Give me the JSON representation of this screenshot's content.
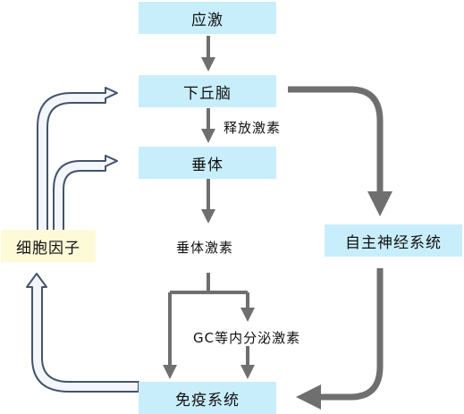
{
  "nodes": {
    "stress": "应激",
    "hypothalamus": "下丘脑",
    "pituitary": "垂体",
    "autonomic": "自主神经系统",
    "cytokines": "细胞因子",
    "immune": "免疫系统"
  },
  "labels": {
    "releasing_hormone": "释放激素",
    "pituitary_hormone": "垂体激素",
    "endocrine": "GC等内分泌激素"
  },
  "colors": {
    "box_blue": "#c9eefb",
    "box_yellow": "#fdfad8",
    "arrow_gray": "#6f6f6f",
    "arrow_outline": "#44546a",
    "arrow_fill": "#f3f6fa"
  }
}
